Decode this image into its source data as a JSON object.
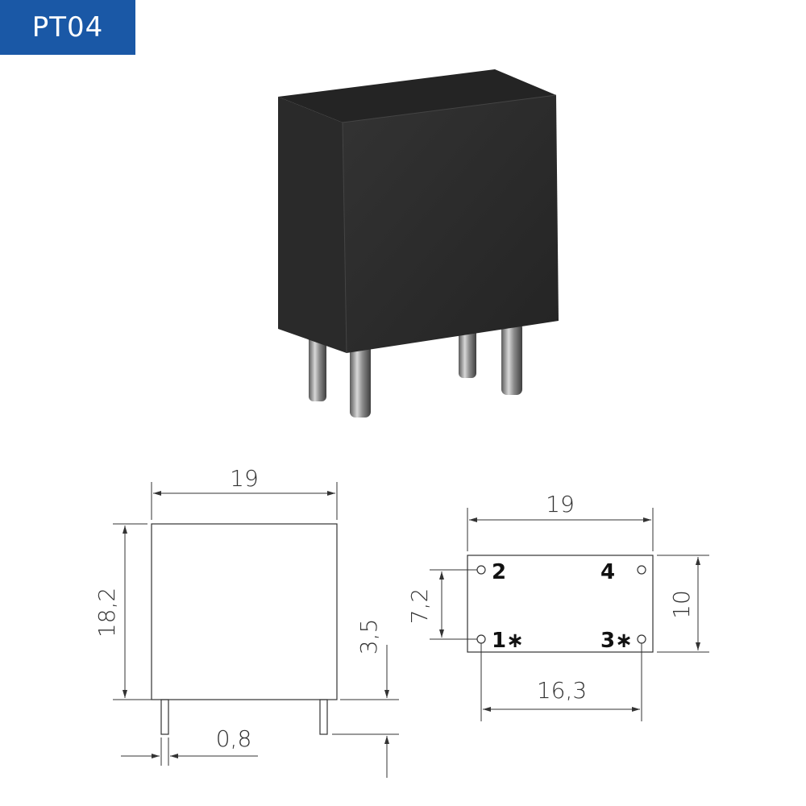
{
  "part_label": "PT04",
  "side_view": {
    "width": "19",
    "height": "18,2",
    "pin_length": "3,5",
    "pin_diameter": "0,8"
  },
  "bottom_view": {
    "width": "19",
    "depth": "10",
    "pin_row_spacing": "7,2",
    "pin_col_spacing": "16,3",
    "pins": [
      "2",
      "4",
      "1∗",
      "3∗"
    ]
  },
  "colors": {
    "label_bg": "#1a58a6",
    "body": "#2b2b2b",
    "pin": "#9a9a9a"
  }
}
